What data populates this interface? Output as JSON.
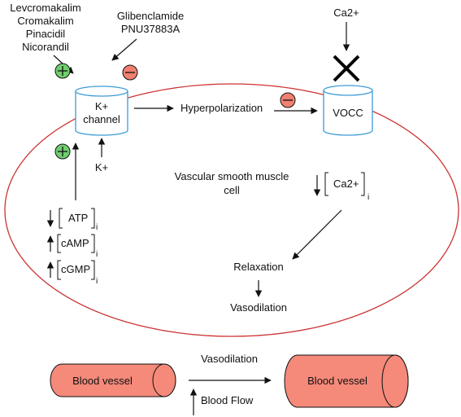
{
  "labels": {
    "openers": [
      "Levcromakalim",
      "Cromakalim",
      "Pinacidil",
      "Nicorandil"
    ],
    "blockers": [
      "Glibenclamide",
      "PNU37883A"
    ],
    "ca_ext": "Ca2+",
    "k_channel": [
      "K+",
      "channel"
    ],
    "hyperpolarization": "Hyperpolarization",
    "vocc": "VOCC",
    "k_ion": "K+",
    "cell": [
      "Vascular smooth muscle",
      "cell"
    ],
    "ca_int": "Ca2+",
    "atp": "ATP",
    "camp": "cAMP",
    "cgmp": "cGMP",
    "subscript_i": "i",
    "relaxation": "Relaxation",
    "vasodilation": "Vasodilation",
    "vessel_left": "Blood vessel",
    "vessel_right": "Blood vessel",
    "vasodilation_bottom": "Vasodilation",
    "blood_flow": "Blood Flow"
  },
  "symbols": {
    "plus": "+",
    "minus": "−"
  },
  "colors": {
    "cell_border": "#cc3333",
    "activator": "#6fce6f",
    "inhibitor": "#f08070",
    "vessel_fill": "#f5897a",
    "block_x": "#000000"
  }
}
